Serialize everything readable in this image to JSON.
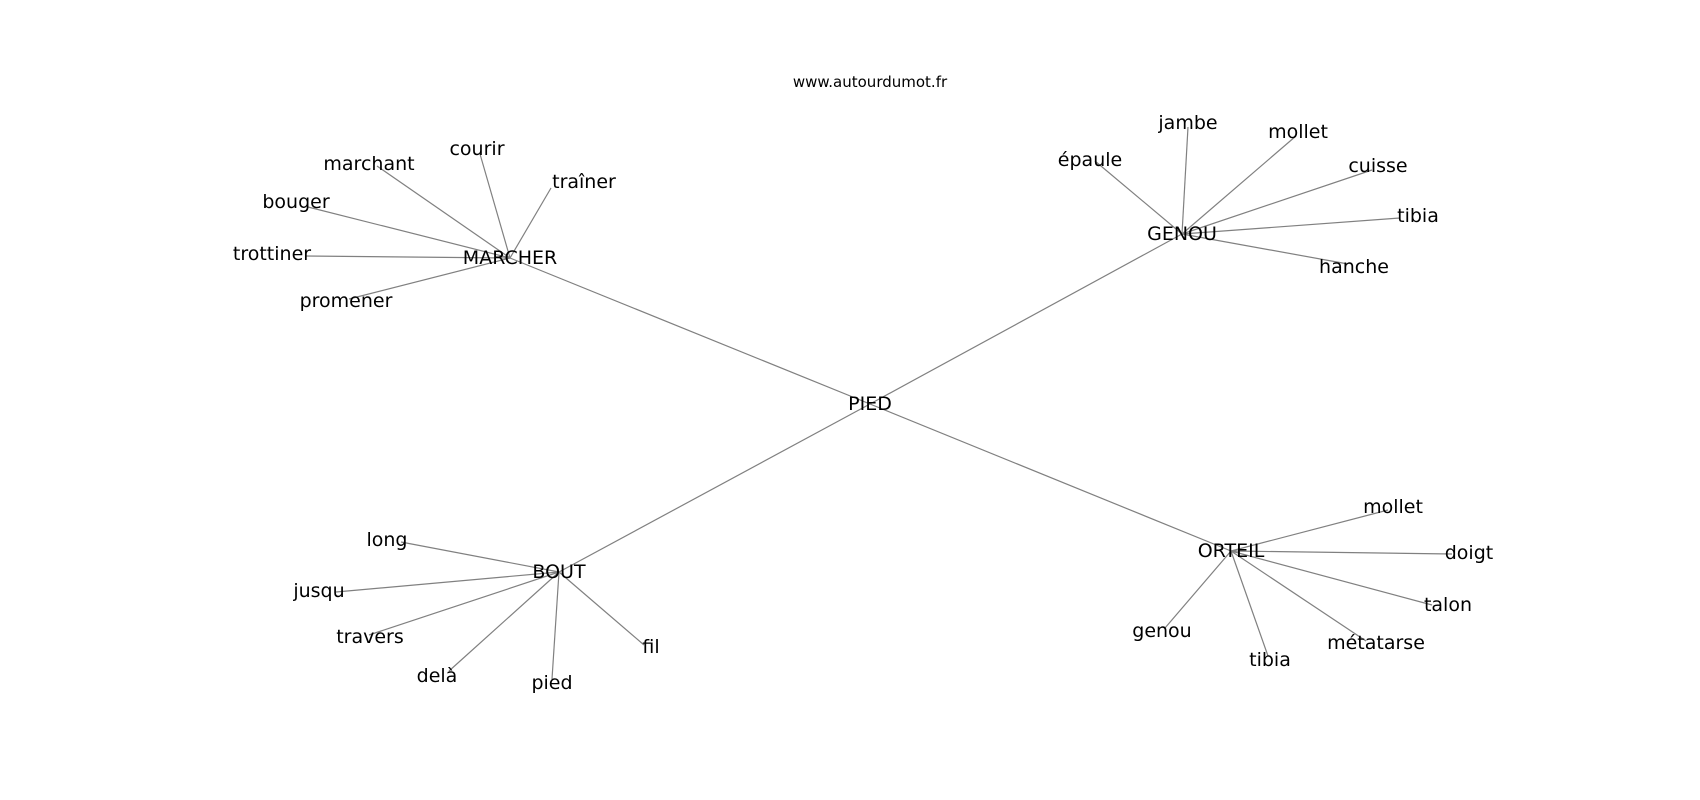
{
  "source_label": "www.autourdumot.fr",
  "center": "PIED",
  "groups": [
    {
      "id": "marcher",
      "label": "MARCHER",
      "leaves": [
        "marchant",
        "courir",
        "traîner",
        "bouger",
        "trottiner",
        "promener"
      ]
    },
    {
      "id": "genou",
      "label": "GENOU",
      "leaves": [
        "épaule",
        "jambe",
        "mollet",
        "cuisse",
        "tibia",
        "hanche"
      ]
    },
    {
      "id": "bout",
      "label": "BOUT",
      "leaves": [
        "long",
        "jusqu",
        "travers",
        "delà",
        "pied",
        "fil"
      ]
    },
    {
      "id": "orteil",
      "label": "ORTEIL",
      "leaves": [
        "mollet",
        "doigt",
        "talon",
        "métatarse",
        "tibia",
        "genou"
      ]
    }
  ]
}
